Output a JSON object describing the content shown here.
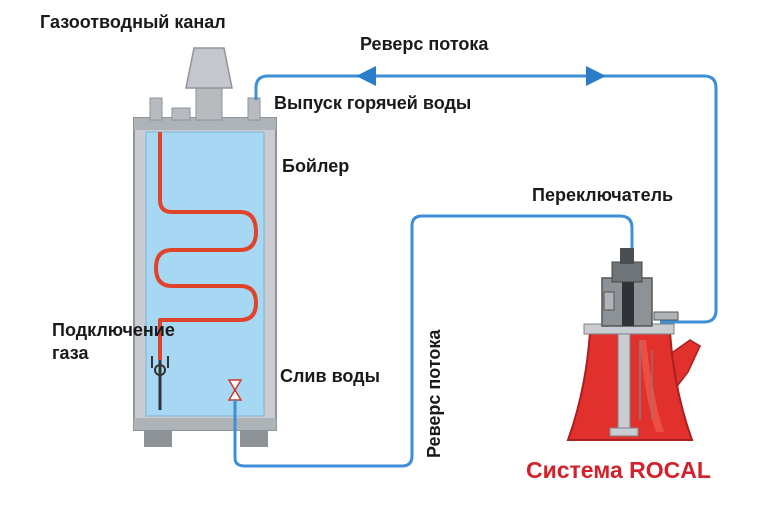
{
  "labels": {
    "gas_flue": "Газоотводный канал",
    "flow_reverse_top": "Реверс потока",
    "hot_water_outlet": "Выпуск горячей воды",
    "boiler": "Бойлер",
    "switch": "Переключатель",
    "gas_connection_line1": "Подключение",
    "gas_connection_line2": "газа",
    "water_drain": "Слив воды",
    "flow_reverse_vertical": "Реверс потока",
    "system_name": "Система ROCAL"
  },
  "colors": {
    "pipe": "#3d8fd6",
    "boiler_water": "#a7d8f3",
    "boiler_casing": "#c9ccd0",
    "coil": "#e0432a",
    "rocal_tank": "#e2302d",
    "system_name": "#d3212b"
  },
  "icons": [
    "flue-icon",
    "flow-arrow-left-icon",
    "flow-arrow-right-icon",
    "drain-valve-icon",
    "gas-burner-icon",
    "switch-motor-icon"
  ]
}
